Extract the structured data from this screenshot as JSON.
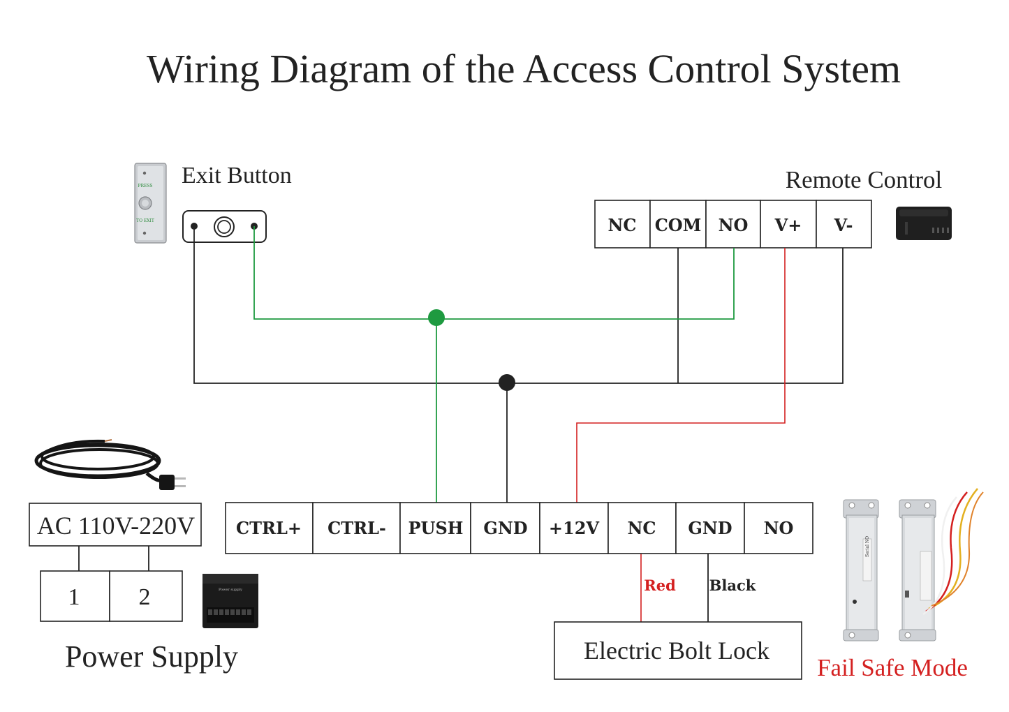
{
  "title": "Wiring Diagram of the Access Control System",
  "exit_button": {
    "label": "Exit Button",
    "photo_text_top": "PRESS",
    "photo_text_bottom": "TO EXIT"
  },
  "remote_control": {
    "label": "Remote Control",
    "terminals": [
      "NC",
      "COM",
      "NO",
      "V+",
      "V-"
    ]
  },
  "controller": {
    "terminals": [
      "CTRL+",
      "CTRL-",
      "PUSH",
      "GND",
      "+12V",
      "NC",
      "GND",
      "NO"
    ]
  },
  "power_supply": {
    "input_label": "AC 110V-220V",
    "terminals": [
      "1",
      "2"
    ],
    "label": "Power Supply",
    "photo_text": "Power supply"
  },
  "lock": {
    "label": "Electric Bolt Lock",
    "wire_red_label": "Red",
    "wire_black_label": "Black",
    "mode_label": "Fail Safe Mode",
    "photo_text": "Serial NO"
  },
  "colors": {
    "green_wire": "#1e9a40",
    "red_wire": "#d42020",
    "black_wire": "#222222",
    "mode_text": "#d42020"
  }
}
